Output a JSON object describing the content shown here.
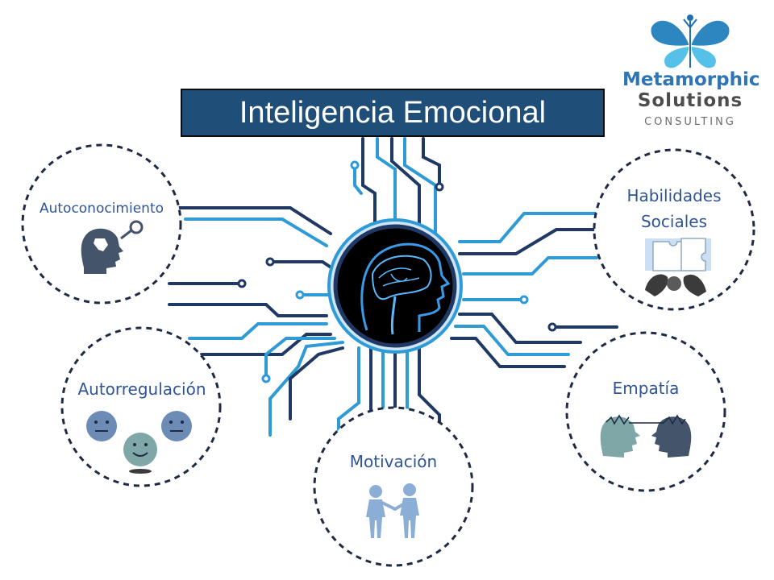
{
  "title": "Inteligencia Emocional",
  "logo": {
    "line1": "Metamorphic",
    "line2": "Solutions",
    "line3": "CONSULTING"
  },
  "nodes": {
    "autoconocimiento": "Autoconocimiento",
    "habilidades_line1": "Habilidades",
    "habilidades_line2": "Sociales",
    "autorregulacion": "Autorregulación",
    "empatia": "Empatía",
    "motivacion": "Motivación"
  },
  "colors": {
    "title_bg": "#1f4e79",
    "label": "#2f5597",
    "circuit_dark": "#1f3864",
    "circuit_light": "#2e9bd6",
    "dashed_border": "#1f2a44",
    "logo_blue": "#2e75b6"
  },
  "icons": [
    "butterfly-logo-icon",
    "head-search-icon",
    "puzzle-heads-icon",
    "smiley-faces-icon",
    "facing-heads-icon",
    "helping-figures-icon",
    "brain-head-icon"
  ]
}
